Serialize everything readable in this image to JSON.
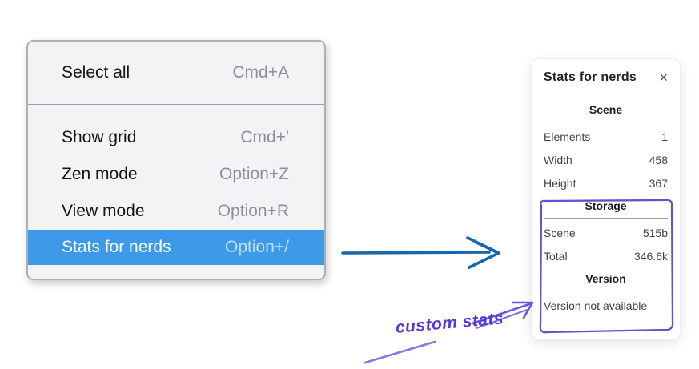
{
  "menu": {
    "items": [
      {
        "label": "Select all",
        "shortcut": "Cmd+A"
      },
      {
        "label": "Show grid",
        "shortcut": "Cmd+'"
      },
      {
        "label": "Zen mode",
        "shortcut": "Option+Z"
      },
      {
        "label": "View mode",
        "shortcut": "Option+R"
      },
      {
        "label": "Stats for nerds",
        "shortcut": "Option+/",
        "selected": true
      }
    ]
  },
  "stats_panel": {
    "title": "Stats for nerds",
    "close_icon": "×",
    "sections": [
      {
        "header": "Scene",
        "rows": [
          [
            "Elements",
            "1"
          ],
          [
            "Width",
            "458"
          ],
          [
            "Height",
            "367"
          ]
        ]
      },
      {
        "header": "Storage",
        "rows": [
          [
            "Scene",
            "515b"
          ],
          [
            "Total",
            "346.6k"
          ]
        ]
      },
      {
        "header": "Version",
        "note": "Version not available"
      }
    ]
  },
  "annotation": {
    "label": "custom stats"
  },
  "colors": {
    "menu_highlight": "#3d9ae8",
    "arrow_blue": "#1767ad",
    "annotation_purple": "#6c55dd",
    "annotation_purple_light": "#8672e6",
    "box_purple": "#6055c8"
  }
}
